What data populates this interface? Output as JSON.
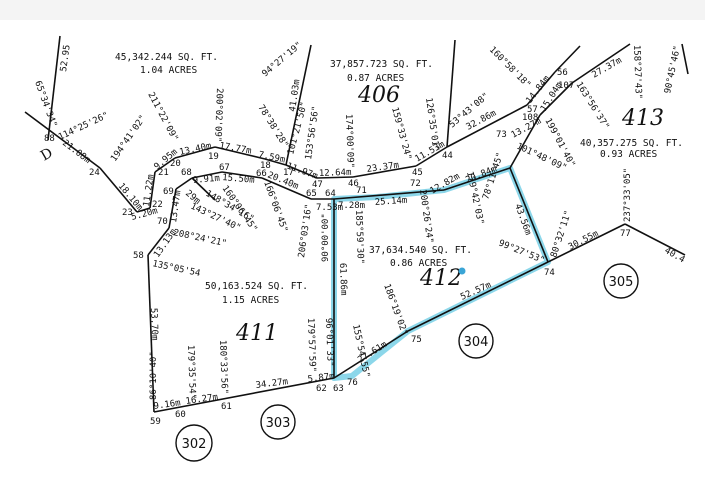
{
  "map": {
    "type": "survey-plat",
    "highlight_color": "#7fd3e8",
    "line_color": "#111111"
  },
  "lots": [
    {
      "id": "406",
      "handwritten": "406",
      "sq_ft": "37,857.723 SQ. FT.",
      "acres": "0.87 ACRES"
    },
    {
      "id": "411",
      "handwritten": "411",
      "sq_ft": "50,163.524 SQ. FT.",
      "acres": "1.15 ACRES"
    },
    {
      "id": "412",
      "handwritten": "412",
      "sq_ft": "37,634.540 SQ. FT.",
      "acres": "0.86 ACRES",
      "highlighted": true
    },
    {
      "id": "413",
      "handwritten": "413",
      "sq_ft": "40,357.275 SQ. FT.",
      "acres": "0.93 ACRES"
    },
    {
      "id": "nw",
      "sq_ft": "45,342.244 SQ. FT.",
      "acres": "1.04 ACRES"
    }
  ],
  "circled_lots": [
    "302",
    "303",
    "304",
    "305"
  ],
  "letter_marker": "D",
  "points": [
    "88",
    "24",
    "23",
    "22",
    "21",
    "20",
    "19",
    "18",
    "17",
    "47",
    "46",
    "45",
    "44",
    "57",
    "56",
    "107",
    "108",
    "73",
    "72",
    "71",
    "64",
    "65",
    "66",
    "67",
    "68",
    "69",
    "70",
    "58",
    "59",
    "60",
    "61",
    "62",
    "63",
    "76",
    "75",
    "74",
    "77"
  ],
  "distances": [
    "52.95",
    "21.08m",
    "18.10m",
    "5.20m",
    "11.22m",
    "9.95m",
    "13.40m",
    "17.77m",
    "7.59m",
    "11.97m",
    "12.64m",
    "23.37m",
    "11.53m",
    "32.86m",
    "14.84m",
    "15.04m",
    "27.37m",
    "13.27m",
    "20.84m",
    "12.82m",
    "25.14m",
    "7.28m",
    "7.53m",
    "20.40m",
    "15.50m",
    "9.91m",
    "29m",
    "13.47m",
    "13.13m",
    "41.03m",
    "53.70m",
    "9.16m",
    "16.27m",
    "34.27m",
    "5.87m",
    "61.86m",
    "27.61m",
    "52.57m",
    "43.56m",
    "30.55m",
    "40.4"
  ],
  "bearings": [
    "65°34'34\"",
    "114°25'26\"",
    "194°41'02\"",
    "211°22'09\"",
    "200°02'09\"",
    "94°27'19\"",
    "78°38'28\"",
    "101°21'50\"",
    "153°56'56\"",
    "174°00'09\"",
    "159°33'24\"",
    "126°35'01\"",
    "53°43'08\"",
    "160°58'18\"",
    "163°56'37\"",
    "158°27'43\"",
    "90°45'46\"",
    "199°01'40\"",
    "101°48'09\"",
    "78°11'45\"",
    "179°42'03\"",
    "200°26'24\"",
    "185°59'30\"",
    "99°27'53\"",
    "80°32'11\"",
    "237°33'05\"",
    "90°00'00\"",
    "206°03'16\"",
    "166°06'45\"",
    "160°06'45\"",
    "148°34'16\"",
    "143°27'40\"",
    "208°24'21\"",
    "135°05'54",
    "96°01'33\"",
    "179°57'59\"",
    "180°33'56\"",
    "179°35'54\"",
    "86°10'40\"",
    "155°54'55\"",
    "186°19'02\""
  ]
}
